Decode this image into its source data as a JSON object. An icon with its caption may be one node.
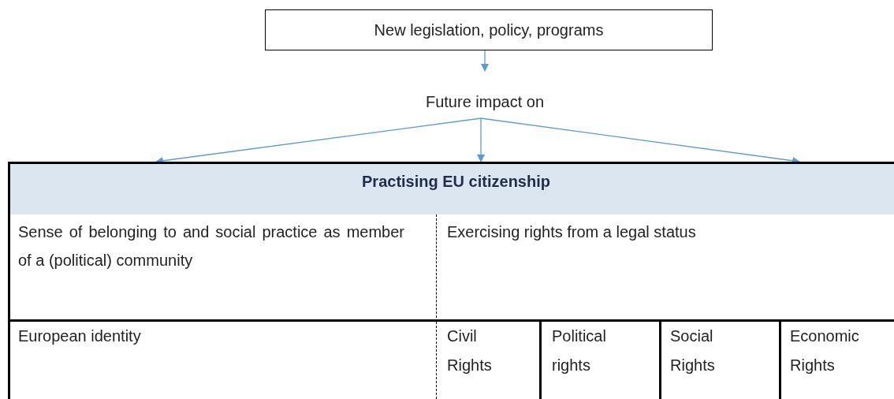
{
  "diagram": {
    "nodes": [
      {
        "text": [
          "New legislation, policy, programs"
        ]
      },
      {
        "text": [
          "Future impact on"
        ]
      },
      {
        "text": [
          "Practising EU citizenship"
        ]
      },
      {
        "text": [
          "Sense of belonging to and social practice as member of a (political) community"
        ]
      },
      {
        "text": [
          "Exercising rights from a legal status"
        ]
      },
      {
        "text": [
          "European identity"
        ]
      },
      {
        "text": [
          "Civil Rights"
        ]
      },
      {
        "text": [
          "Political rights"
        ]
      },
      {
        "text": [
          "Social Rights"
        ]
      },
      {
        "text": [
          "Economic Rights"
        ]
      }
    ],
    "edges": [
      {
        "from": 0,
        "to": 1,
        "arrow": "to"
      },
      {
        "from": 1,
        "to": 2,
        "arrow": "to"
      },
      {
        "from": 1,
        "to": 2,
        "arrow": "to"
      },
      {
        "from": 1,
        "to": 2,
        "arrow": "to"
      }
    ]
  }
}
